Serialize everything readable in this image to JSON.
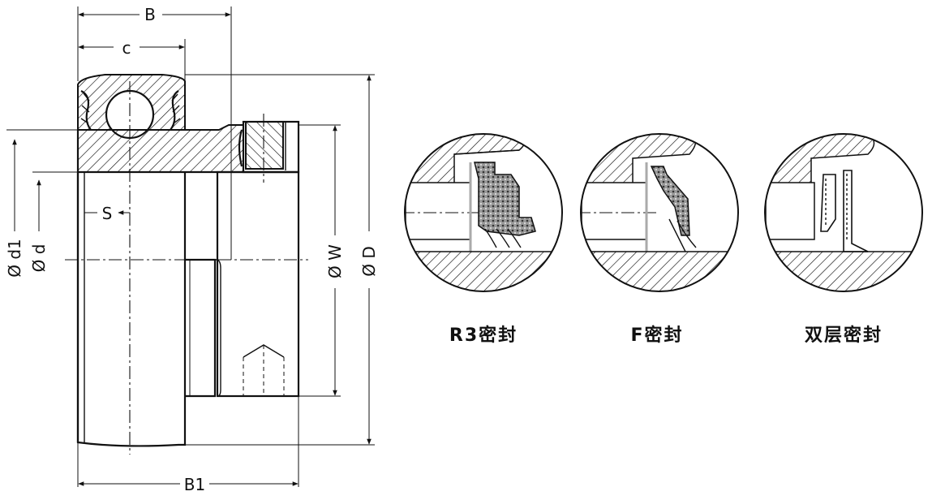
{
  "dimensions": {
    "B": "B",
    "C": "c",
    "S": "S",
    "B1": "B1",
    "d1": "Ø d1",
    "d": "Ø d",
    "W": "Ø W",
    "D": "Ø D"
  },
  "details": [
    {
      "caption": "R3密封"
    },
    {
      "caption": "F密封"
    },
    {
      "caption": "双层密封"
    }
  ],
  "colors": {
    "line": "#111111",
    "seal_fill": "#bdbdbd",
    "background": "#ffffff"
  }
}
